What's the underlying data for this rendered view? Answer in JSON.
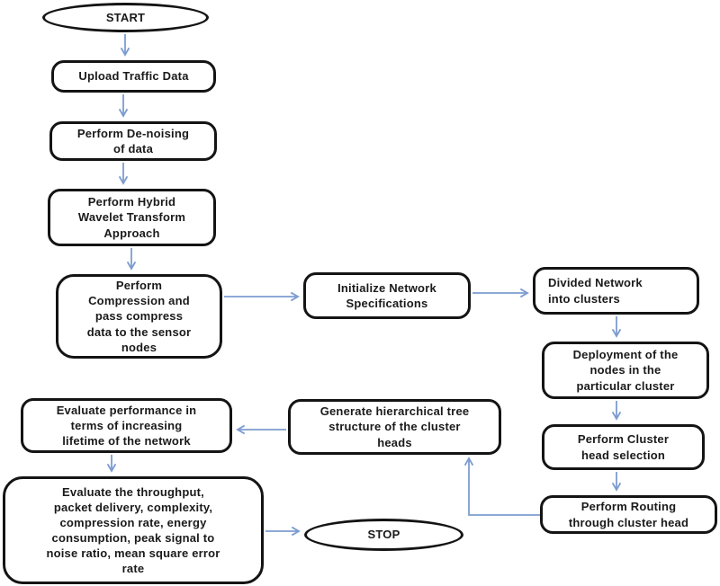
{
  "diagram": {
    "type": "flowchart",
    "background_color": "#ffffff",
    "node_border_color": "#141414",
    "node_fill_color": "#ffffff",
    "arrow_color": "#7d9cd0",
    "text_color": "#1a1a1a",
    "nodes": {
      "start": {
        "shape": "ellipse",
        "label": "START"
      },
      "upload_traffic_data": {
        "shape": "rounded-rect",
        "label": "Upload Traffic Data"
      },
      "perform_denoising": {
        "shape": "rounded-rect",
        "label": [
          "Perform  De-noising",
          "of data"
        ]
      },
      "hybrid_wavelet": {
        "shape": "rounded-rect",
        "label": [
          "Perform Hybrid",
          "Wavelet Transform",
          "Approach"
        ]
      },
      "perform_compression": {
        "shape": "rounded-rect",
        "label": [
          "Perform",
          "Compression and",
          "pass compress",
          "data to the sensor",
          "nodes"
        ]
      },
      "initialize_network": {
        "shape": "rounded-rect",
        "label": [
          "Initialize Network",
          "Specifications"
        ]
      },
      "divided_network": {
        "shape": "rounded-rect",
        "label": [
          "Divided Network",
          "into clusters"
        ]
      },
      "deployment_nodes": {
        "shape": "rounded-rect",
        "label": [
          "Deployment of the",
          "nodes in the",
          "particular cluster"
        ]
      },
      "cluster_head_selection": {
        "shape": "rounded-rect",
        "label": [
          "Perform Cluster",
          "head selection"
        ]
      },
      "routing_cluster_head": {
        "shape": "rounded-rect",
        "label": [
          "Perform Routing",
          "through cluster head"
        ]
      },
      "hierarchical_tree": {
        "shape": "rounded-rect",
        "label": [
          "Generate hierarchical tree",
          "structure of the cluster",
          "heads"
        ]
      },
      "evaluate_performance": {
        "shape": "rounded-rect",
        "label": [
          "Evaluate performance in",
          "terms of increasing",
          "lifetime of the network"
        ]
      },
      "evaluate_metrics": {
        "shape": "rounded-rect",
        "label": [
          "Evaluate the throughput,",
          "packet delivery, complexity,",
          "compression rate, energy",
          "consumption, peak signal to",
          "noise ratio, mean square error",
          "rate"
        ]
      },
      "stop": {
        "shape": "ellipse",
        "label": "STOP"
      }
    },
    "edges": [
      {
        "from": "start",
        "to": "upload_traffic_data"
      },
      {
        "from": "upload_traffic_data",
        "to": "perform_denoising"
      },
      {
        "from": "perform_denoising",
        "to": "hybrid_wavelet"
      },
      {
        "from": "hybrid_wavelet",
        "to": "perform_compression"
      },
      {
        "from": "perform_compression",
        "to": "initialize_network"
      },
      {
        "from": "initialize_network",
        "to": "divided_network"
      },
      {
        "from": "divided_network",
        "to": "deployment_nodes"
      },
      {
        "from": "deployment_nodes",
        "to": "cluster_head_selection"
      },
      {
        "from": "cluster_head_selection",
        "to": "routing_cluster_head"
      },
      {
        "from": "routing_cluster_head",
        "to": "hierarchical_tree"
      },
      {
        "from": "hierarchical_tree",
        "to": "evaluate_performance"
      },
      {
        "from": "evaluate_performance",
        "to": "evaluate_metrics"
      },
      {
        "from": "evaluate_metrics",
        "to": "stop"
      }
    ]
  }
}
